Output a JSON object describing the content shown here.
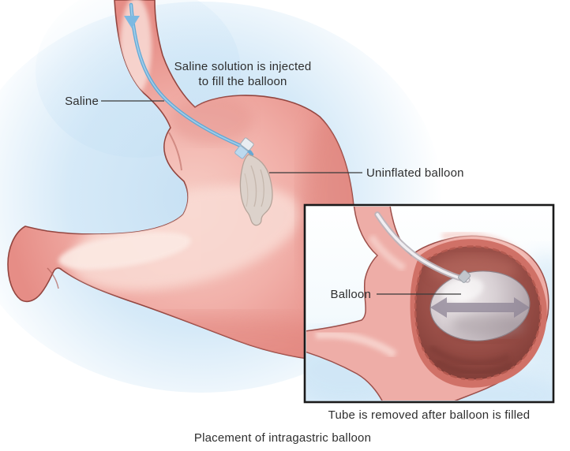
{
  "figure": {
    "caption": "Placement of intragastric balloon",
    "annotations": {
      "injection_note": "Saline solution is injected\nto fill the balloon",
      "saline_label": "Saline",
      "uninflated_balloon_label": "Uninflated balloon",
      "balloon_label": "Balloon",
      "inset_caption": "Tube is removed after balloon is filled"
    },
    "icons": {
      "saline_flow_arrow": "down-arrow",
      "balloon_expansion_arrow": "double-headed-horizontal-arrow"
    },
    "colors": {
      "background_halo_blue": "#c9e2f5",
      "stomach_pink": "#f0aca5",
      "stomach_highlight": "#f9dbd4",
      "stomach_outline": "#93453f",
      "saline_tube_blue": "#5ea8d6",
      "uninflated_balloon_gray": "#dcd2cb",
      "inset_border_black": "#1a1a1a",
      "stomach_interior_red": "#964c45",
      "cut_edge_salmon": "#d07167",
      "inflated_balloon_gray": "#cfc7cc",
      "expansion_arrow_gray": "#8e8495",
      "text": "#2e2e2e"
    }
  }
}
